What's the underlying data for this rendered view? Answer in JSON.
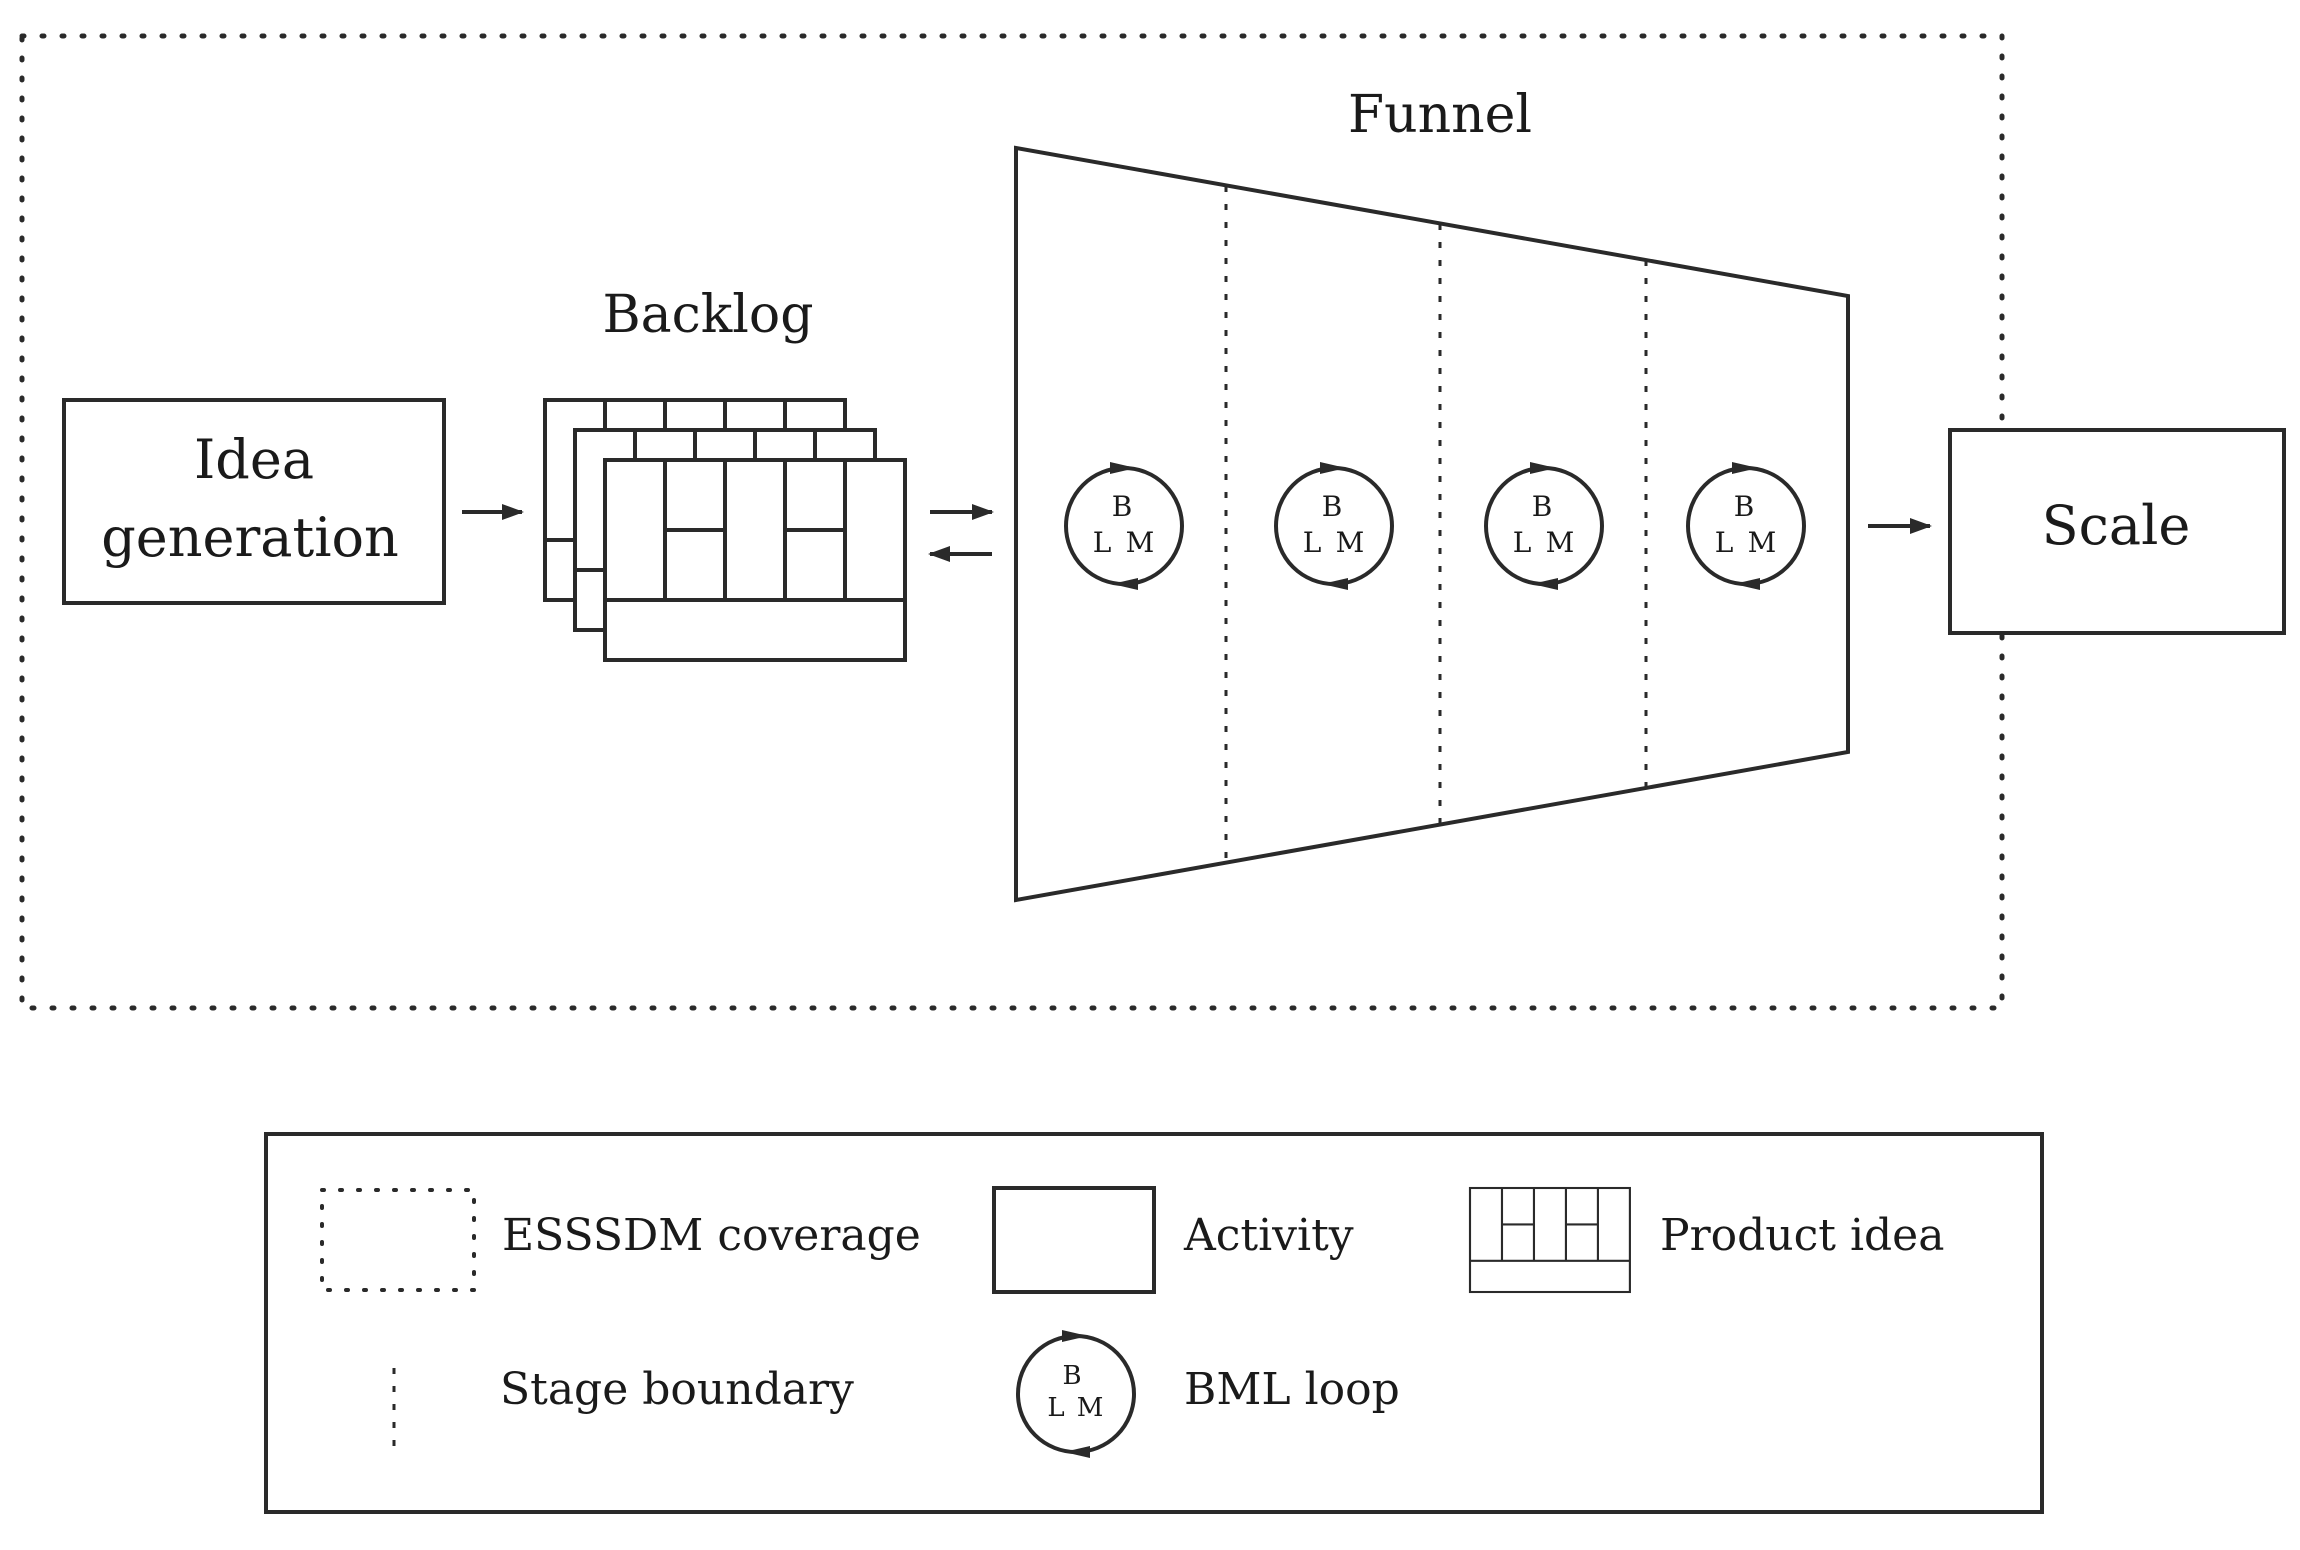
{
  "diagram": {
    "funnel_title": "Funnel",
    "backlog_title": "Backlog",
    "idea_box": {
      "line1": "Idea",
      "line2": "generation"
    },
    "scale_box": "Scale",
    "bml_letters": {
      "b": "B",
      "l": "L",
      "m": "M"
    },
    "stage_count": 4
  },
  "legend": {
    "essssdm_coverage": "ESSSDM coverage",
    "activity": "Activity",
    "product_idea": "Product idea",
    "stage_boundary": "Stage boundary",
    "bml_loop": "BML loop"
  },
  "colors": {
    "stroke": "#2a2a2a",
    "text": "#1a1a1a",
    "background": "#ffffff"
  }
}
